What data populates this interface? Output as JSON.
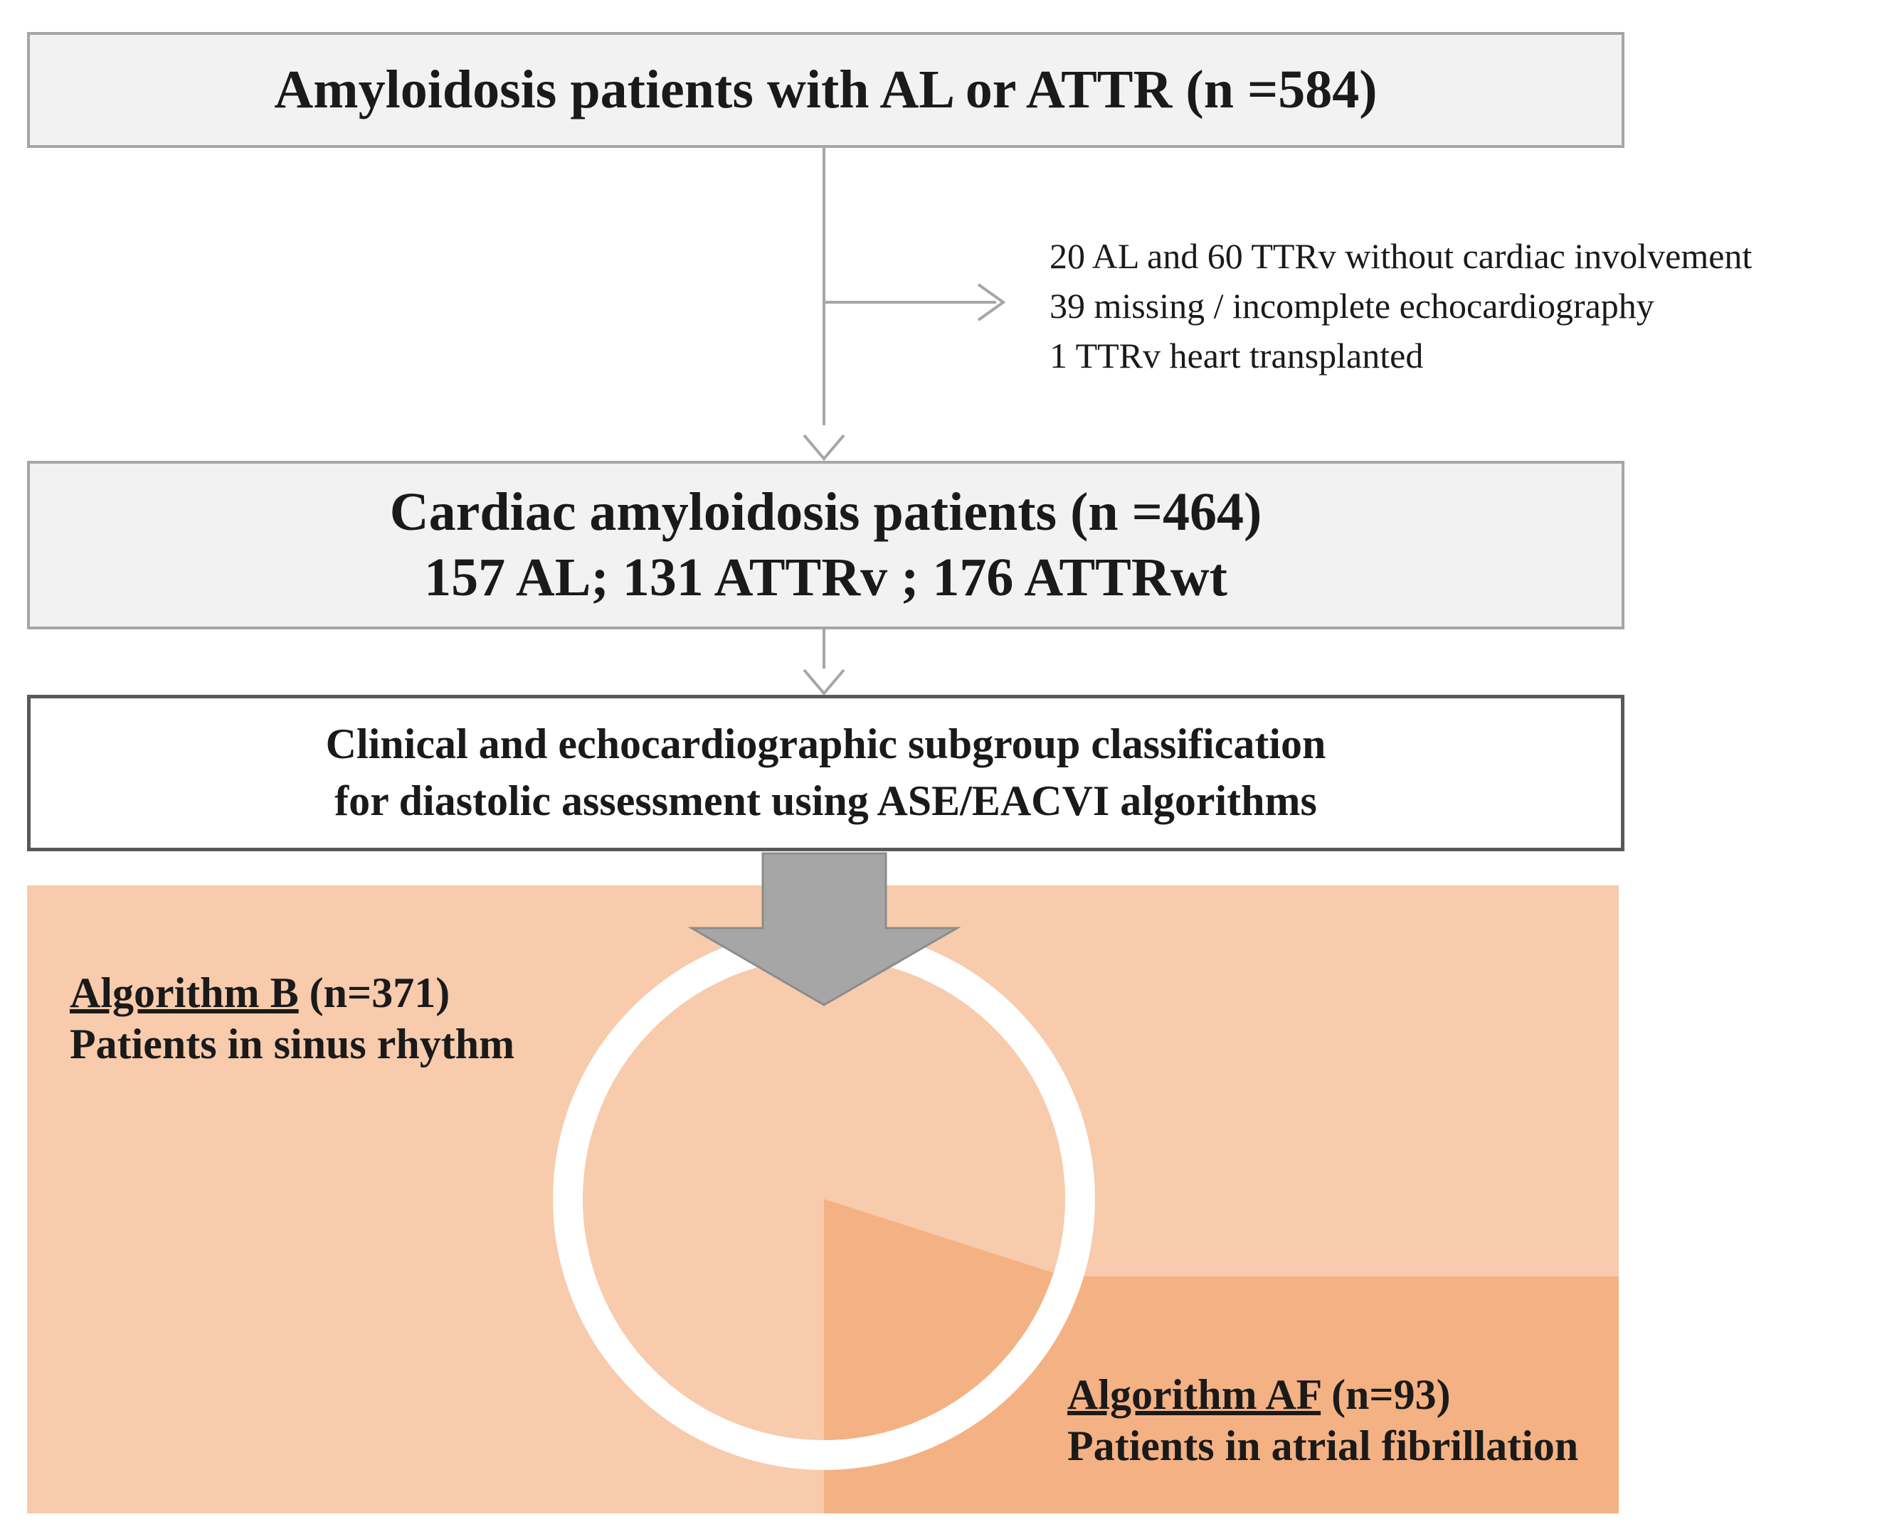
{
  "top_box": {
    "text": "Amyloidosis patients with AL or ATTR  (n =584)"
  },
  "exclusions": {
    "lines": [
      "20 AL and 60 TTRv without  cardiac involvement",
      "39 missing  / incomplete  echocardiography",
      "1 TTRv heart transplanted"
    ]
  },
  "cardiac_box": {
    "line1": "Cardiac amyloidosis patients (n =464)",
    "line2": "157 AL; 131 ATTRv ; 176 ATTRwt"
  },
  "classification_box": {
    "line1": "Clinical and echocardiographic subgroup classification",
    "line2": "for diastolic assessment using ASE/EACVI algorithms"
  },
  "groups": {
    "sinus": {
      "name": "Algorithm B",
      "count": " (n=371)",
      "description": "Patients in sinus rhythm",
      "n": 371
    },
    "af": {
      "name": "Algorithm AF",
      "count": " (n=93)",
      "description": "Patients in atrial fibrillation",
      "n": 93
    }
  },
  "colors": {
    "panel_light": "#f7cbac",
    "panel_dark": "#f4b183",
    "box_fill": "#f2f2f2",
    "box_border": "#a6a6a6",
    "arrow": "#a6a6a6",
    "big_arrow": "#a6a6a6"
  }
}
